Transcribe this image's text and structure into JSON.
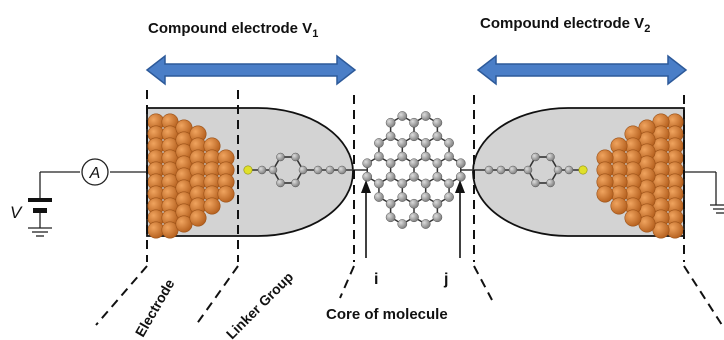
{
  "labels": {
    "electrode_v1_prefix": "Compound electrode V",
    "electrode_v1_sub": "1",
    "electrode_v2_prefix": "Compound electrode V",
    "electrode_v2_sub": "2",
    "ammeter": "A",
    "voltage": "V",
    "electrode": "Electrode",
    "linker_group": "Linker Group",
    "core_of_molecule": "Core of molecule",
    "site_i": "i",
    "site_j": "j"
  },
  "colors": {
    "arrow": "#4a7ec7",
    "arrow_edge": "#2d5a9a",
    "electrode_fill": "#d3d3d3",
    "atom": "#cf7a2f",
    "atom_dark": "#a9581a",
    "carbon": "#9a9a9a",
    "sulfur": "#e0e02a",
    "line": "#222222"
  }
}
